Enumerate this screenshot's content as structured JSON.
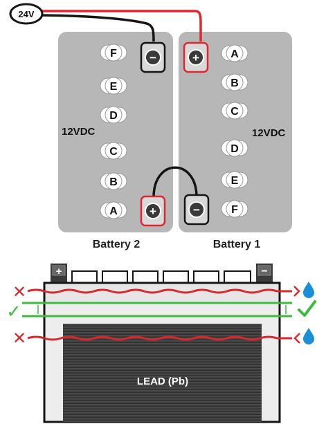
{
  "voltage_tag": "24V",
  "batteries": [
    {
      "name": "Battery 2",
      "voltage": "12VDC",
      "cells": [
        "F",
        "E",
        "D",
        "C",
        "B",
        "A"
      ],
      "top_terminal": "−",
      "bottom_terminal": "+"
    },
    {
      "name": "Battery 1",
      "voltage": "12VDC",
      "cells": [
        "A",
        "B",
        "C",
        "D",
        "E",
        "F"
      ],
      "top_terminal": "+",
      "bottom_terminal": "−"
    }
  ],
  "cutaway": {
    "plate_label": "LEAD (Pb)",
    "left_terminal": "+",
    "right_terminal": "−",
    "levels": [
      {
        "status": "wrong",
        "marker": "✕"
      },
      {
        "status": "correct",
        "marker": "✓"
      },
      {
        "status": "wrong",
        "marker": "✕"
      }
    ]
  },
  "colors": {
    "panel": "#b7b7b7",
    "cable_red": "#e0262e",
    "cable_black": "#151515",
    "correct_green": "#3dbb3d",
    "wrong_red": "#d8282c",
    "water_blue": "#1b8fd6",
    "plate_dark": "#3a3a3a"
  }
}
